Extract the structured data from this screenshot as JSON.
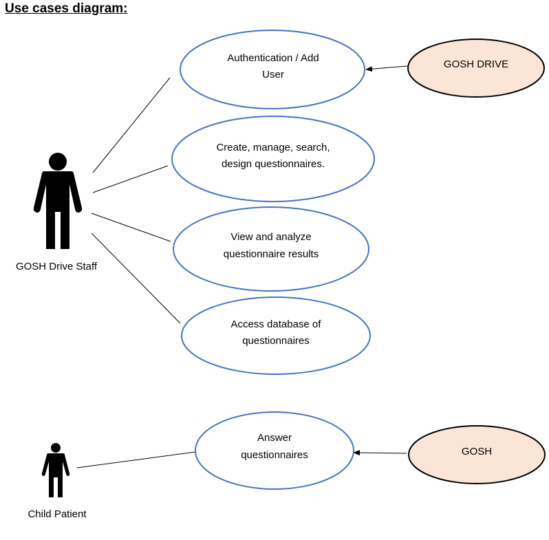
{
  "diagram": {
    "title": "Use cases diagram",
    "title_suffix": ":",
    "actors": {
      "staff": {
        "label": "GOSH Drive Staff"
      },
      "child": {
        "label": "Child Patient"
      }
    },
    "use_cases": [
      {
        "id": "authentication",
        "lines": [
          "Authentication / Add",
          "User"
        ]
      },
      {
        "id": "create-manage",
        "lines": [
          "Create, manage, search,",
          "design questionnaires."
        ]
      },
      {
        "id": "view-analyze",
        "lines": [
          "View and analyze",
          "questionnaire results"
        ]
      },
      {
        "id": "access-database",
        "lines": [
          "Access database of",
          "questionnaires"
        ]
      },
      {
        "id": "answer",
        "lines": [
          "Answer",
          "questionnaires"
        ]
      }
    ],
    "systems": {
      "gosh_drive": {
        "label": "GOSH DRIVE"
      },
      "gosh": {
        "label": "GOSH"
      }
    },
    "colors": {
      "usecase_stroke": "#4472c4",
      "system_fill": "#fbe5d6",
      "line": "#000000"
    }
  }
}
